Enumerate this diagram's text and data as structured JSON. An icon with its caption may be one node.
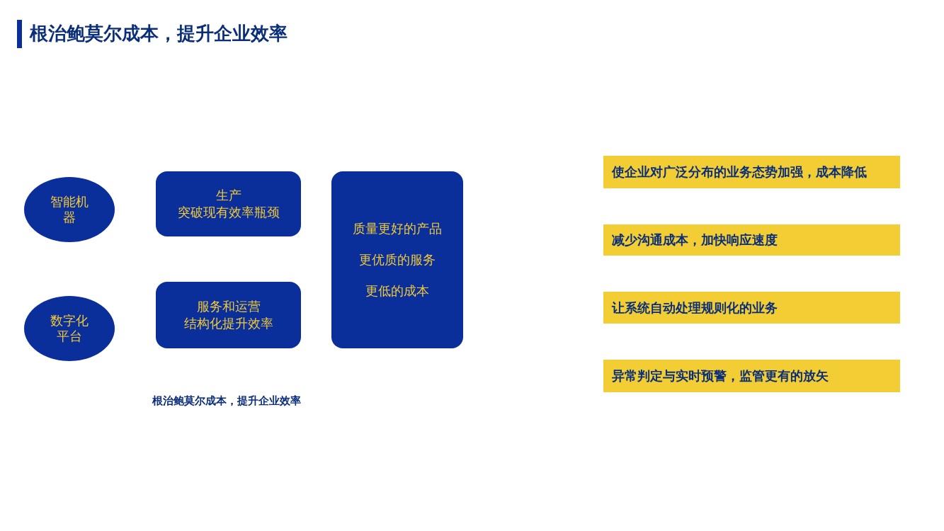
{
  "diagram": {
    "title": "根治鲍莫尔成本，提升企业效率",
    "caption": "根治鲍莫尔成本，提升企业效率",
    "nodes": [
      {
        "text": [
          "智能机器"
        ]
      },
      {
        "text": [
          "生产",
          "突破现有效率瓶颈"
        ]
      },
      {
        "text": [
          "质量更好的产品",
          "更优质的服务",
          "更低的成本"
        ]
      },
      {
        "text": [
          "数字化平台"
        ]
      },
      {
        "text": [
          "服务和运营",
          "结构化提升效率"
        ]
      },
      {
        "text": [
          "使企业对广泛分布的业务态势加强，成本降低"
        ]
      },
      {
        "text": [
          "减少沟通成本，加快响应速度"
        ]
      },
      {
        "text": [
          "让系统自动处理规则化的业务"
        ]
      },
      {
        "text": [
          "异常判定与实时预警，监管更有的放矢"
        ]
      }
    ],
    "edges": []
  }
}
